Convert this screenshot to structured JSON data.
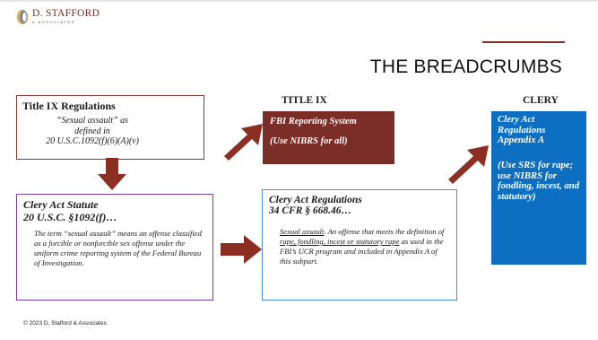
{
  "logo": {
    "name": "D. STAFFORD",
    "sub": "& ASSOCIATES"
  },
  "title": "THE BREADCRUMBS",
  "title_ix_box": {
    "heading": "Title IX Regulations",
    "line1": "“Sexual assault” as",
    "line2": "defined in",
    "line3": "20 U.S.C.1092(f)(6)(A)(v)"
  },
  "statute_box": {
    "heading1": "Clery Act Statute",
    "heading2": "20 U.S.C. §1092(f)…",
    "text": "The term “sexual assault” means an offense classified as a forcible or nonforcible sex offense under the uniform crime reporting system of the Federal Bureau of Investigation."
  },
  "columns": {
    "title_ix": "TITLE IX",
    "clery": "CLERY"
  },
  "fbi_box": {
    "line1": "FBI Reporting System",
    "line2": "(Use NIBRS for all)"
  },
  "regs_box": {
    "heading1": "Clery Act Regulations",
    "heading2": "34 CFR § 668.46…",
    "term": "Sexual assault",
    "text_a": ". An offense that meets the definition of ",
    "term2": "rape, fondling, incest or statutory rape",
    "text_b": " as used in the FBI’s UCR program and included in Appendix A of this subpart."
  },
  "clery_box": {
    "line1": "Clery Act Regulations Appendix A",
    "line2": "(Use SRS for rape; use NIBRS for fondling, incest, and statutory)"
  },
  "footer": "© 2023 D. Stafford & Associates",
  "colors": {
    "accent": "#8c2f22",
    "fbi_fill": "#7b2d27",
    "clery_fill": "#0c6fc2",
    "statute_border": "#7b3fa0",
    "regs_border": "#4a90c8"
  }
}
